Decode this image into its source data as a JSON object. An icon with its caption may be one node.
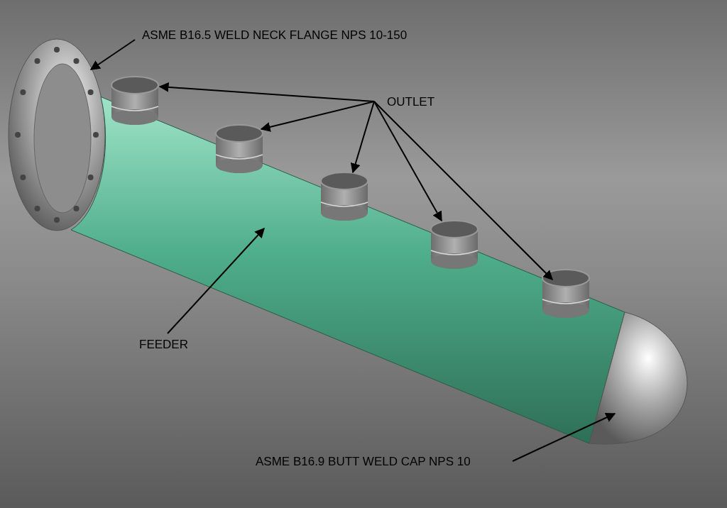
{
  "diagram": {
    "nodes": [
      {
        "text": [
          "ASME B16.5 WELD NECK FLANGE NPS 10-150"
        ]
      },
      {
        "text": [],
        "shape": "picture"
      },
      {
        "text": [
          "OUTLET"
        ]
      },
      {
        "text": [],
        "shape": "picture",
        "in": 9
      },
      {
        "text": [],
        "shape": "picture",
        "in": 9
      },
      {
        "text": [],
        "shape": "picture",
        "in": 9
      },
      {
        "text": [],
        "shape": "picture",
        "in": 9
      },
      {
        "text": [],
        "shape": "picture",
        "in": 9
      },
      {
        "text": [
          "FEEDER"
        ]
      },
      {
        "text": [],
        "shape": "picture"
      },
      {
        "text": [
          "ASME B16.9 BUTT WELD CAP NPS 10"
        ]
      },
      {
        "text": [],
        "shape": "picture"
      }
    ],
    "edges": [
      {
        "from": 0,
        "to": 1,
        "arrow": "to"
      },
      {
        "from": 2,
        "to": 3,
        "arrow": "to"
      },
      {
        "from": 2,
        "to": 4,
        "arrow": "to"
      },
      {
        "from": 2,
        "to": 5,
        "arrow": "to"
      },
      {
        "from": 2,
        "to": 6,
        "arrow": "to"
      },
      {
        "from": 2,
        "to": 7,
        "arrow": "to"
      },
      {
        "from": 8,
        "to": 9,
        "arrow": "to"
      },
      {
        "from": 10,
        "to": 11,
        "arrow": "to"
      }
    ]
  }
}
